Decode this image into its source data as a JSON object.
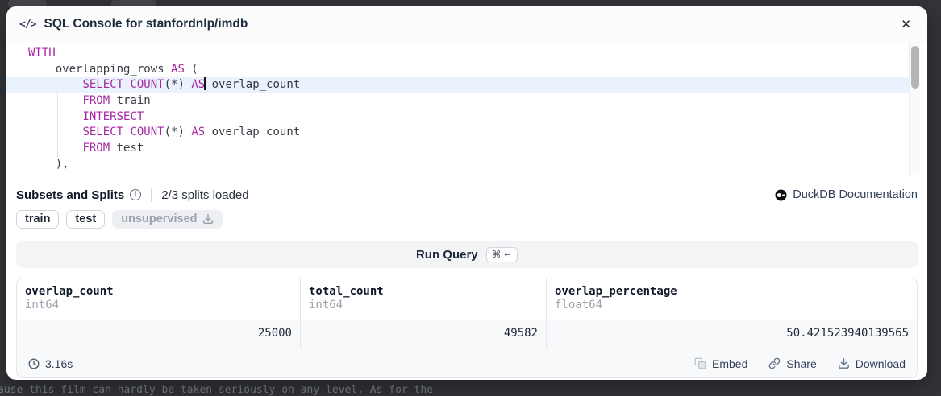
{
  "icons": {
    "code": "</>",
    "close": "✕",
    "info": "i"
  },
  "background": {
    "hint_text": "ause this film can hardly be taken seriously on any level. As for the"
  },
  "modal": {
    "title": "SQL Console for stanfordnlp/imdb"
  },
  "editor": {
    "lines": [
      {
        "active": false,
        "tokens": [
          {
            "t": "kw",
            "s": "WITH"
          }
        ]
      },
      {
        "active": false,
        "tokens": [
          {
            "t": "pl",
            "s": "    overlapping_rows "
          },
          {
            "t": "kw",
            "s": "AS"
          },
          {
            "t": "pl",
            "s": " ("
          }
        ]
      },
      {
        "active": true,
        "tokens": [
          {
            "t": "pl",
            "s": "        "
          },
          {
            "t": "kw",
            "s": "SELECT"
          },
          {
            "t": "pl",
            "s": " "
          },
          {
            "t": "kw",
            "s": "COUNT"
          },
          {
            "t": "pl",
            "s": "(*) "
          },
          {
            "t": "kw",
            "s": "AS"
          },
          {
            "t": "cursor"
          },
          {
            "t": "pl",
            "s": " overlap_count"
          }
        ]
      },
      {
        "active": false,
        "tokens": [
          {
            "t": "pl",
            "s": "        "
          },
          {
            "t": "kw",
            "s": "FROM"
          },
          {
            "t": "pl",
            "s": " train"
          }
        ]
      },
      {
        "active": false,
        "tokens": [
          {
            "t": "pl",
            "s": "        "
          },
          {
            "t": "kw",
            "s": "INTERSECT"
          }
        ]
      },
      {
        "active": false,
        "tokens": [
          {
            "t": "pl",
            "s": "        "
          },
          {
            "t": "kw",
            "s": "SELECT"
          },
          {
            "t": "pl",
            "s": " "
          },
          {
            "t": "kw",
            "s": "COUNT"
          },
          {
            "t": "pl",
            "s": "(*) "
          },
          {
            "t": "kw",
            "s": "AS"
          },
          {
            "t": "pl",
            "s": " overlap_count"
          }
        ]
      },
      {
        "active": false,
        "tokens": [
          {
            "t": "pl",
            "s": "        "
          },
          {
            "t": "kw",
            "s": "FROM"
          },
          {
            "t": "pl",
            "s": " test"
          }
        ]
      },
      {
        "active": false,
        "tokens": [
          {
            "t": "pl",
            "s": "    ),"
          }
        ]
      }
    ],
    "keyword_color": "#a626a4",
    "text_color": "#383a42",
    "active_line_color": "#eaf2fd"
  },
  "subsets": {
    "title": "Subsets and Splits",
    "status": "2/3 splits loaded",
    "doc_link": "DuckDB Documentation",
    "tags": [
      {
        "label": "train",
        "state": "loaded"
      },
      {
        "label": "test",
        "state": "loaded"
      },
      {
        "label": "unsupervised",
        "state": "unloaded"
      }
    ]
  },
  "run": {
    "label": "Run Query",
    "shortcut": "⌘ ↵"
  },
  "results": {
    "columns": [
      {
        "name": "overlap_count",
        "type": "int64"
      },
      {
        "name": "total_count",
        "type": "int64"
      },
      {
        "name": "overlap_percentage",
        "type": "float64"
      }
    ],
    "rows": [
      [
        "25000",
        "49582",
        "50.421523940139565"
      ]
    ],
    "duration": "3.16s",
    "actions": [
      {
        "label": "Embed"
      },
      {
        "label": "Share"
      },
      {
        "label": "Download"
      }
    ]
  }
}
